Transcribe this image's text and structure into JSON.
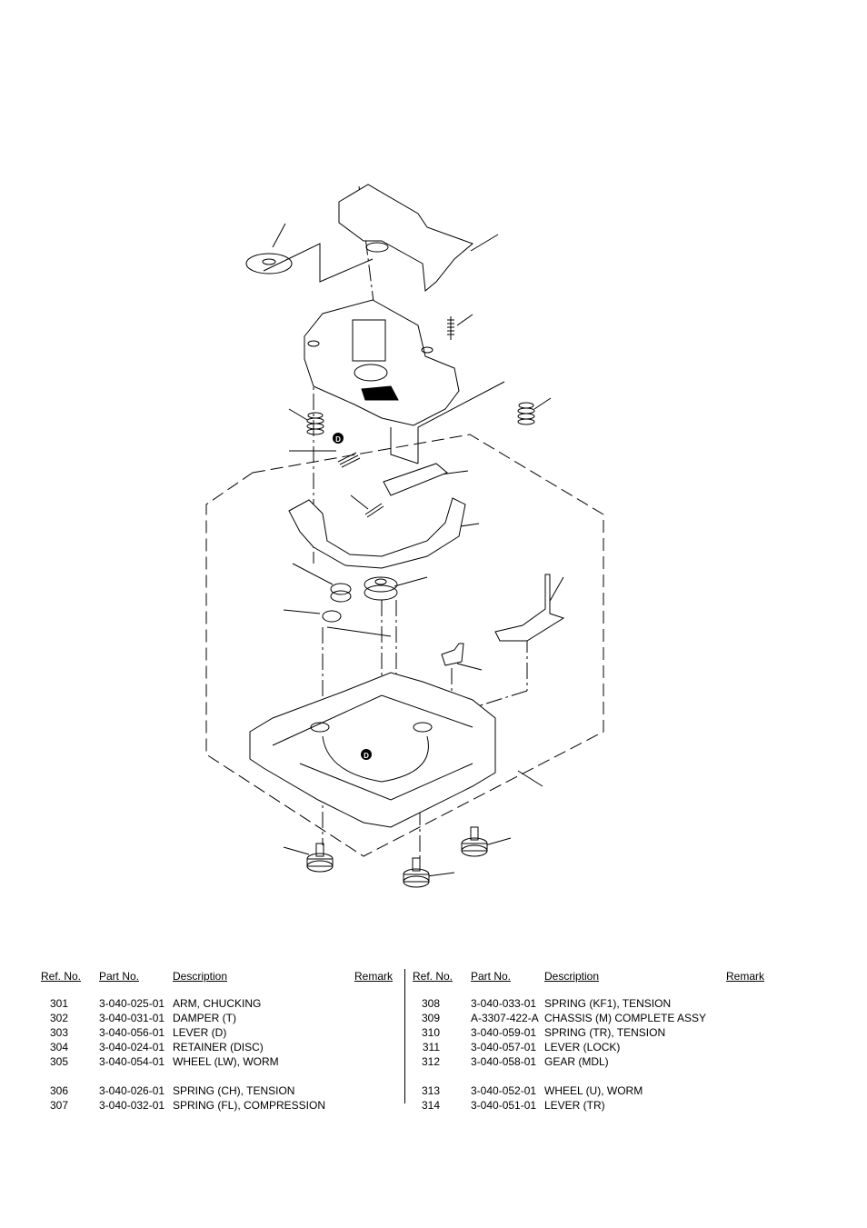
{
  "markers": {
    "d_label": "D"
  },
  "table_headers": {
    "ref_no": "Ref. No.",
    "part_no": "Part No.",
    "description": "Description",
    "remark": "Remark"
  },
  "left_rows": [
    {
      "ref": "301",
      "part": "3-040-025-01",
      "desc": "ARM, CHUCKING"
    },
    {
      "ref": "302",
      "part": "3-040-031-01",
      "desc": "DAMPER (T)"
    },
    {
      "ref": "303",
      "part": "3-040-056-01",
      "desc": "LEVER (D)"
    },
    {
      "ref": "304",
      "part": "3-040-024-01",
      "desc": "RETAINER (DISC)"
    },
    {
      "ref": "305",
      "part": "3-040-054-01",
      "desc": "WHEEL (LW), WORM"
    },
    {
      "ref": "306",
      "part": "3-040-026-01",
      "desc": "SPRING (CH), TENSION"
    },
    {
      "ref": "307",
      "part": "3-040-032-01",
      "desc": "SPRING (FL), COMPRESSION"
    }
  ],
  "right_rows": [
    {
      "ref": "308",
      "part": "3-040-033-01",
      "desc": "SPRING (KF1), TENSION"
    },
    {
      "ref": "309",
      "part": "A-3307-422-A",
      "desc": "CHASSIS (M) COMPLETE ASSY"
    },
    {
      "ref": "310",
      "part": "3-040-059-01",
      "desc": "SPRING (TR), TENSION"
    },
    {
      "ref": "311",
      "part": "3-040-057-01",
      "desc": "LEVER (LOCK)"
    },
    {
      "ref": "312",
      "part": "3-040-058-01",
      "desc": "GEAR (MDL)"
    },
    {
      "ref": "313",
      "part": "3-040-052-01",
      "desc": "WHEEL (U), WORM"
    },
    {
      "ref": "314",
      "part": "3-040-051-01",
      "desc": "LEVER (TR)"
    }
  ]
}
